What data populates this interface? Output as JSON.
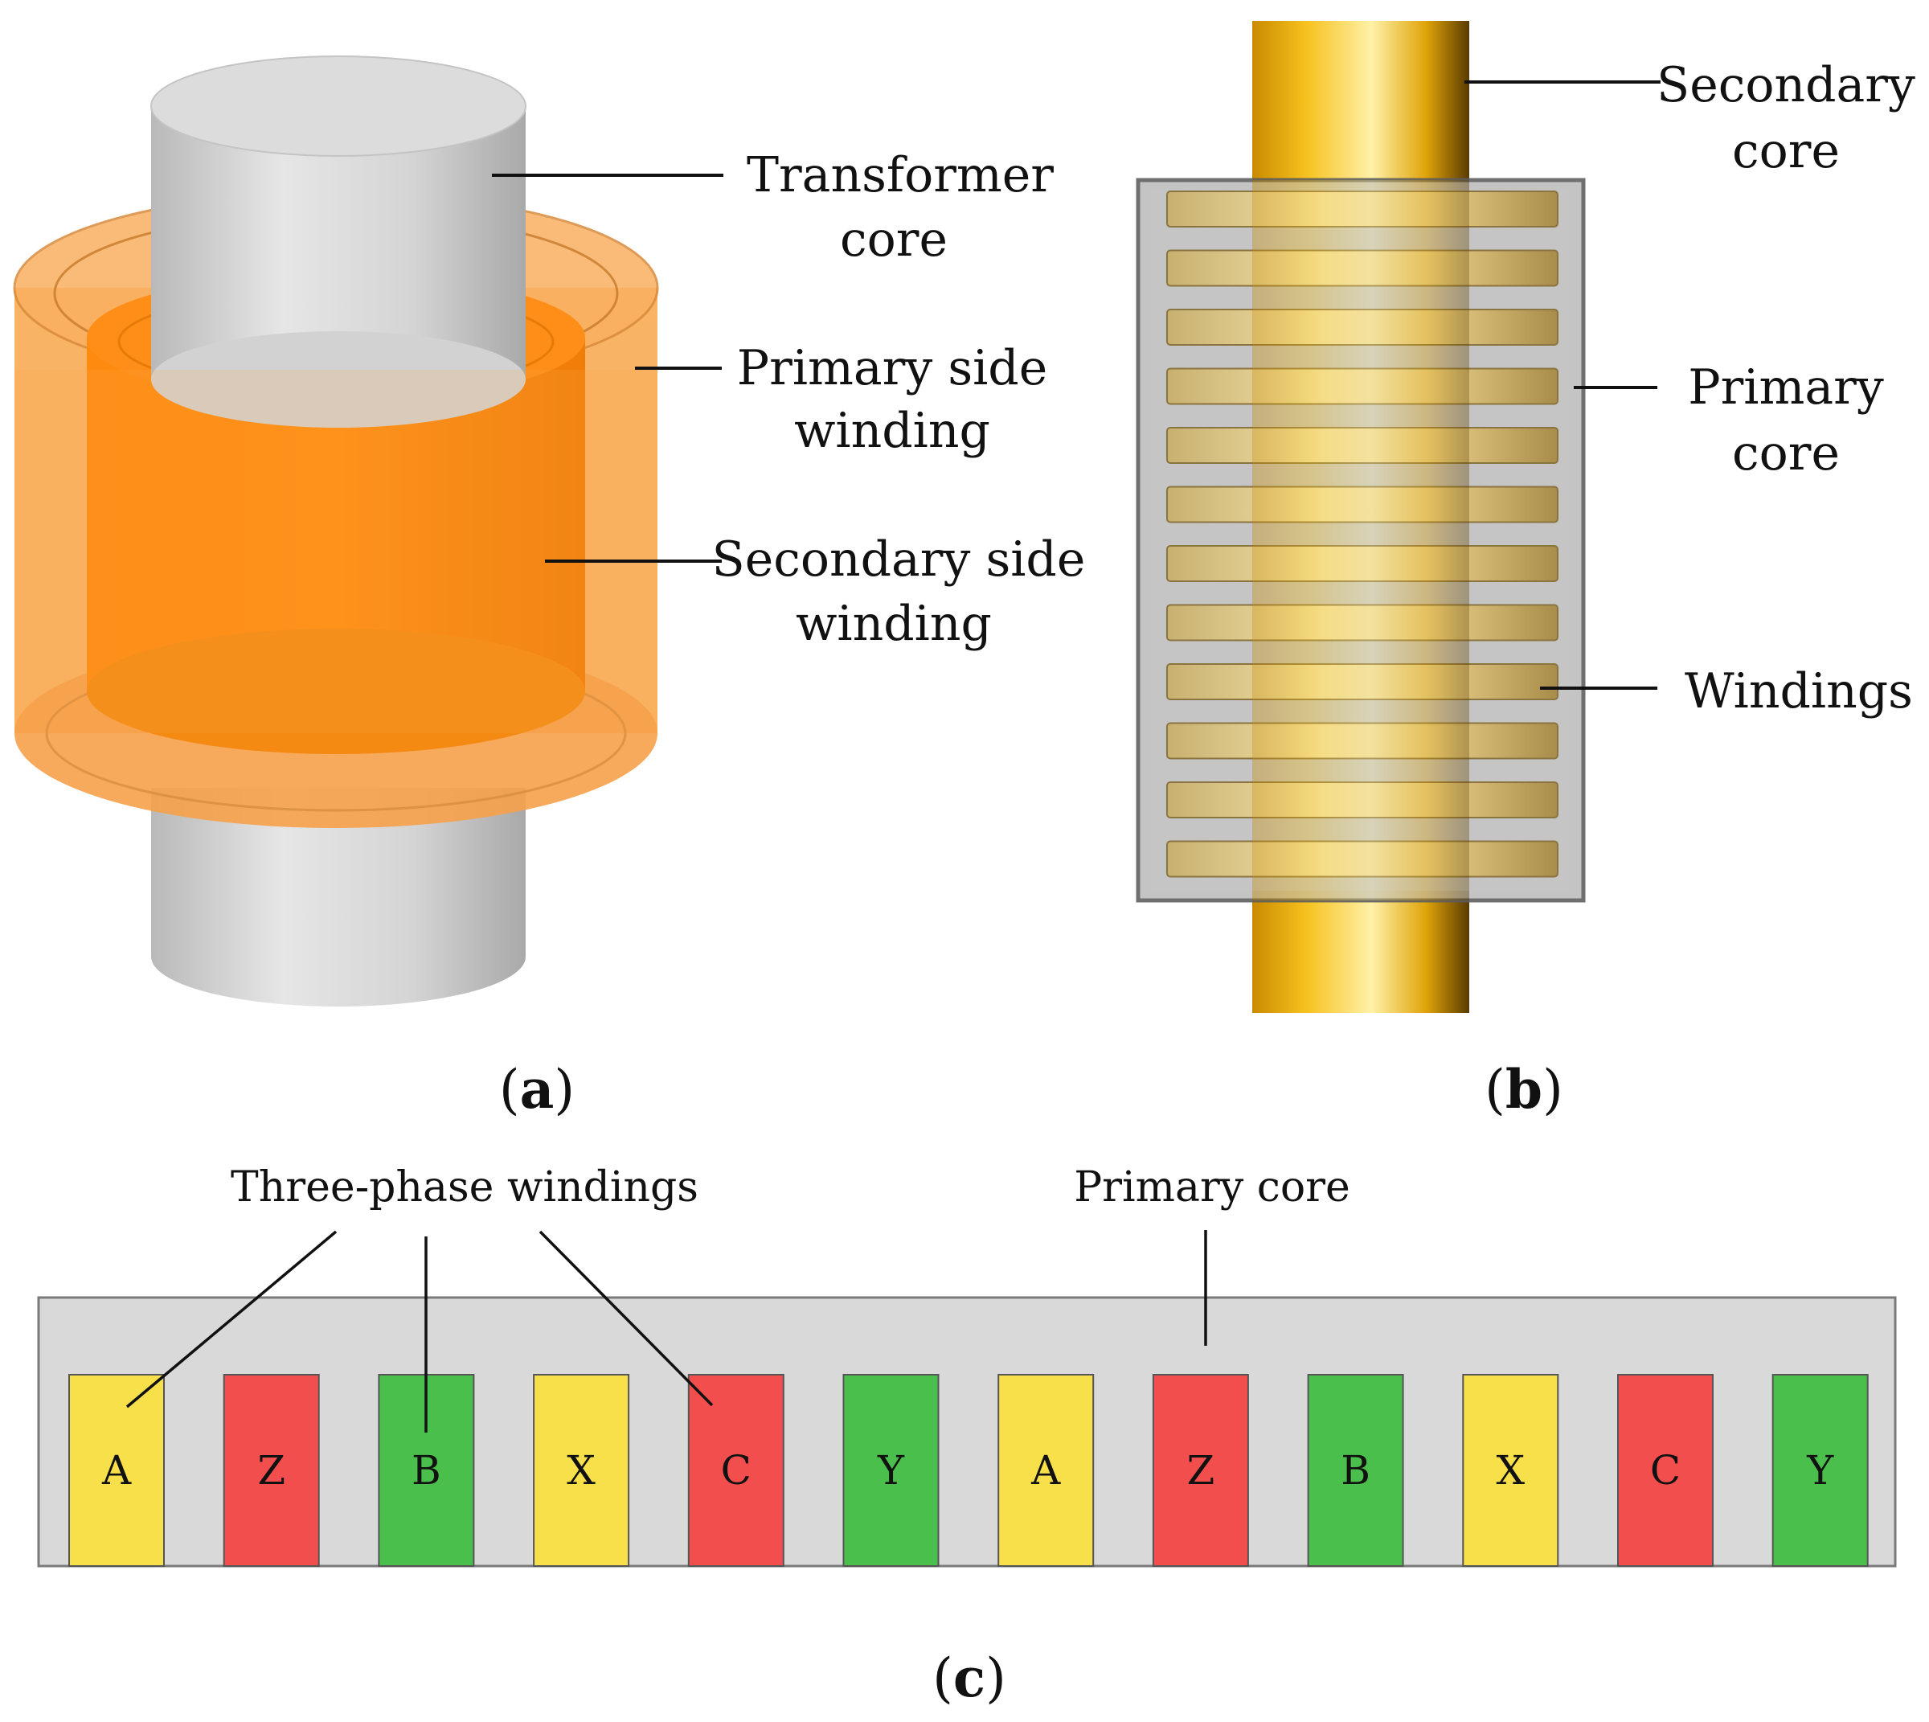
{
  "panel_a": {
    "labels": {
      "transformer_core": [
        "Transformer",
        "core"
      ],
      "primary_winding": [
        "Primary side",
        "winding"
      ],
      "secondary_winding": [
        "Secondary side",
        "winding"
      ]
    },
    "caption": {
      "open": "(",
      "letter": "a",
      "close": ")"
    }
  },
  "panel_b": {
    "labels": {
      "secondary_core": [
        "Secondary",
        "core"
      ],
      "primary_core": [
        "Primary",
        "core"
      ],
      "windings": [
        "Windings"
      ]
    },
    "caption": {
      "open": "(",
      "letter": "b",
      "close": ")"
    }
  },
  "panel_c": {
    "labels": {
      "three_phase": "Three-phase windings",
      "primary_core": "Primary core"
    },
    "slots": [
      {
        "label": "A",
        "phase": "yellow"
      },
      {
        "label": "Z",
        "phase": "red"
      },
      {
        "label": "B",
        "phase": "green"
      },
      {
        "label": "X",
        "phase": "yellow"
      },
      {
        "label": "C",
        "phase": "red"
      },
      {
        "label": "Y",
        "phase": "green"
      },
      {
        "label": "A",
        "phase": "yellow"
      },
      {
        "label": "Z",
        "phase": "red"
      },
      {
        "label": "B",
        "phase": "green"
      },
      {
        "label": "X",
        "phase": "yellow"
      },
      {
        "label": "C",
        "phase": "red"
      },
      {
        "label": "Y",
        "phase": "green"
      }
    ],
    "caption": {
      "open": "(",
      "letter": "c",
      "close": ")"
    }
  },
  "colors": {
    "yellow": "#f8e04a",
    "red": "#f24e4e",
    "green": "#4bbf4b",
    "core_gray": "#d9d9d9",
    "orange": "#ff8c1a",
    "gold": "#d9a21e"
  }
}
